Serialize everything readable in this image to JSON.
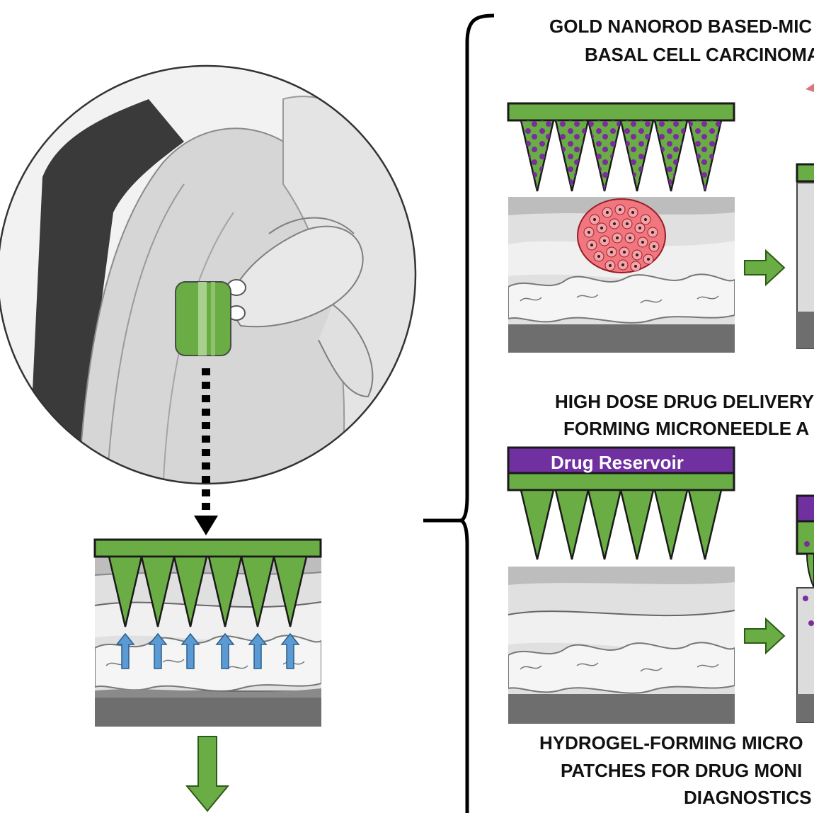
{
  "colors": {
    "needle_green": "#6aad45",
    "dark_green": "#2e5a18",
    "reservoir_purple": "#7030a0",
    "particle_purple": "#7a2e9e",
    "tumor_red": "#e8424e",
    "arrow_blue": "#5b9bd5",
    "skin_grey": "#d9d9d9",
    "deep_grey": "#7f7f7f"
  },
  "icons": {
    "application_arrow": "dotted-down-arrow-icon",
    "flow_arrow": "green-down-arrow-icon",
    "step_arrow": "green-right-arrow-icon",
    "uptake_arrows": "blue-up-arrow-icon",
    "grouping": "curly-brace-icon"
  },
  "panels": {
    "gold_nanorod": {
      "heading_line1": "GOLD NANOROD BASED-MIC",
      "heading_line2": "BASAL CELL CARCINOMA"
    },
    "high_dose": {
      "heading_line1": "HIGH DOSE DRUG DELIVERY",
      "heading_line2": "FORMING MICRONEEDLE A",
      "reservoir_label": "Drug Reservoir"
    },
    "hydrogel_monitoring": {
      "heading_line1": "HYDROGEL-FORMING MICRO",
      "heading_line2": "PATCHES FOR DRUG MONI",
      "heading_line3": "DIAGNOSTICS"
    }
  }
}
